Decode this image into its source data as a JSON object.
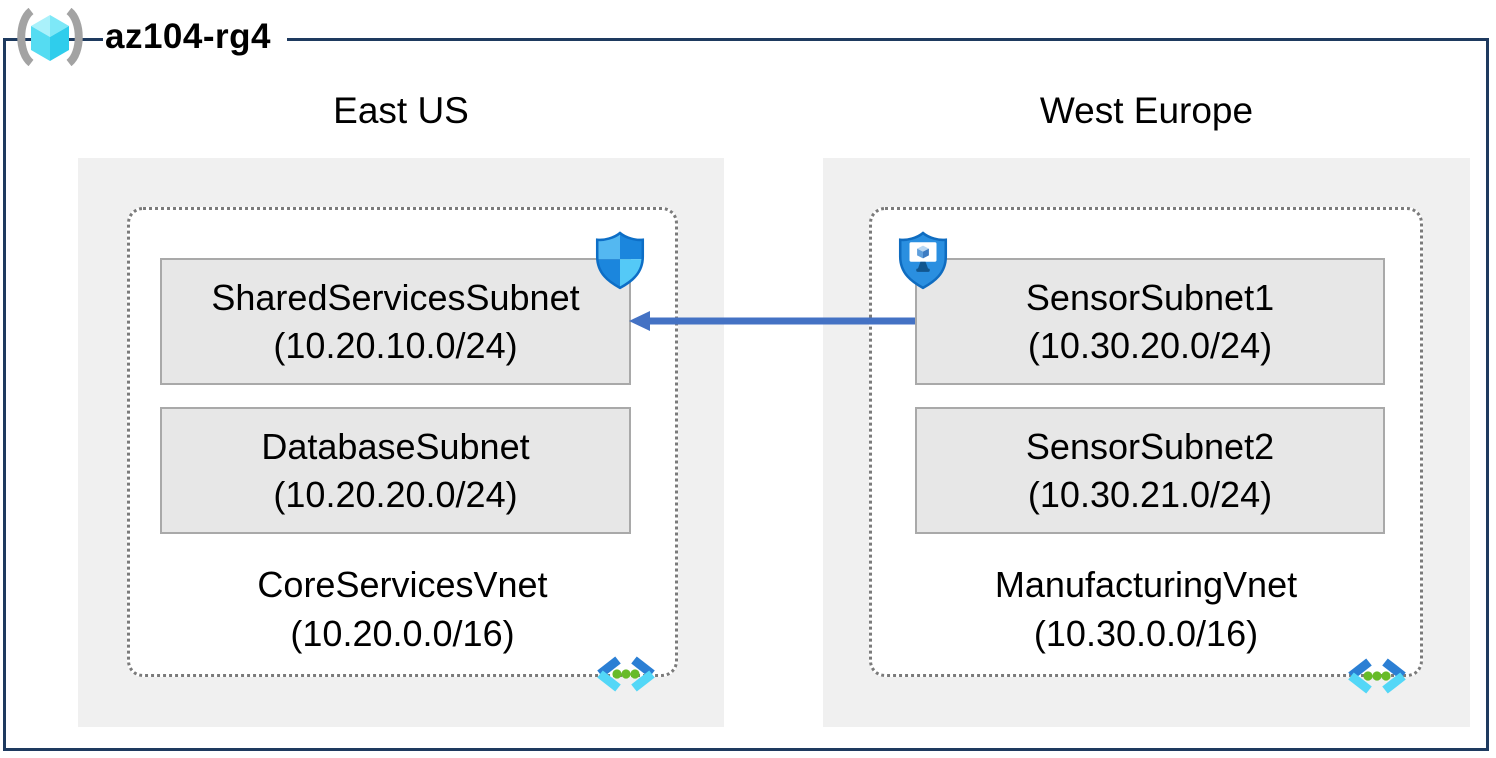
{
  "header": {
    "title": "az104-rg4",
    "icon": "resource-group-icon"
  },
  "regions": [
    {
      "name": "East US",
      "vnet": {
        "name": "CoreServicesVnet",
        "cidr": "(10.20.0.0/16)",
        "icon": "virtual-network-icon"
      },
      "subnets": [
        {
          "name": "SharedServicesSubnet",
          "cidr": "(10.20.10.0/24)",
          "badge": "network-security-group-shield-icon"
        },
        {
          "name": "DatabaseSubnet",
          "cidr": "(10.20.20.0/24)",
          "badge": null
        }
      ]
    },
    {
      "name": "West Europe",
      "vnet": {
        "name": "ManufacturingVnet",
        "cidr": "(10.30.0.0/16)",
        "icon": "virtual-network-icon"
      },
      "subnets": [
        {
          "name": "SensorSubnet1",
          "cidr": "(10.30.20.0/24)",
          "badge": "application-security-group-shield-icon"
        },
        {
          "name": "SensorSubnet2",
          "cidr": "(10.30.21.0/24)",
          "badge": null
        }
      ]
    }
  ],
  "connection": {
    "from": "SensorSubnet1",
    "to": "SharedServicesSubnet",
    "direction": "right-to-left",
    "color": "#4472c4"
  },
  "colors": {
    "frame_border": "#1e3a5f",
    "region_bg": "#f0f0f0",
    "subnet_bg": "#e7e7e7",
    "subnet_border": "#a9a9a9",
    "vnet_dotted_border": "#7b7b7b",
    "arrow": "#4472c4",
    "text": "#000000"
  }
}
